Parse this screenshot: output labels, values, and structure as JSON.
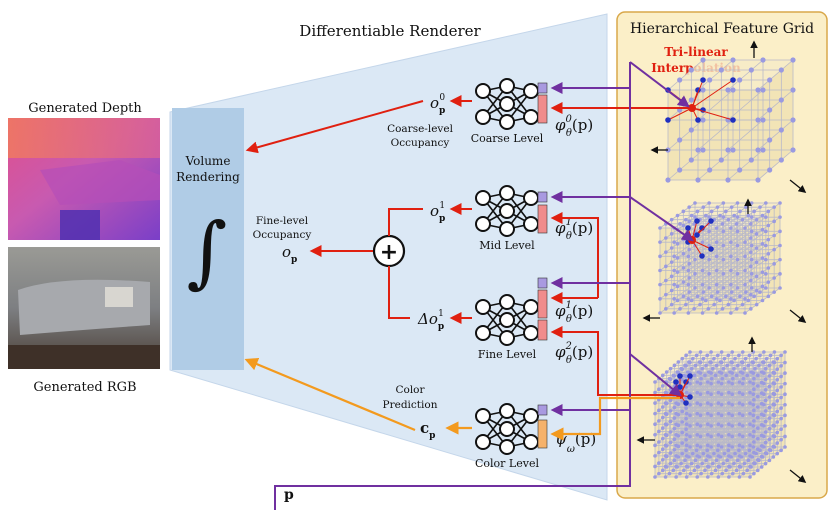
{
  "left": {
    "depth_title": "Generated Depth",
    "rgb_title": "Generated RGB"
  },
  "renderer": {
    "title": "Differentiable Renderer",
    "volume_rendering": [
      "Volume",
      "Rendering"
    ],
    "integral": "∫",
    "fine_occupancy_label": [
      "Fine-level",
      "Occupancy"
    ],
    "o_p": "o",
    "o_p_sub": "p",
    "plus": "+",
    "coarse_out": {
      "base": "o",
      "sub": "p",
      "sup": "0"
    },
    "coarse_label": [
      "Coarse-level",
      "Occupancy"
    ],
    "mid_out": {
      "base": "o",
      "sub": "p",
      "sup": "1"
    },
    "fine_out": {
      "base": "Δo",
      "sub": "p",
      "sup": "1"
    },
    "color_label": [
      "Color",
      "Prediction"
    ],
    "color_out": {
      "base": "c",
      "sub": "p"
    },
    "levels": [
      "Coarse Level",
      "Mid Level",
      "Fine Level",
      "Color Level"
    ],
    "features": [
      {
        "base": "φ",
        "sup": "0",
        "sub": "θ",
        "arg": "(p)"
      },
      {
        "base": "φ",
        "sup": "1",
        "sub": "θ",
        "arg": "(p)"
      },
      {
        "base": "φ",
        "sup": "1",
        "sub": "θ",
        "arg": "(p)"
      },
      {
        "base": "φ",
        "sup": "2",
        "sub": "θ",
        "arg": "(p)"
      },
      {
        "base": "ψ",
        "sup": "",
        "sub": "ω",
        "arg": "(p)"
      }
    ],
    "point_label": "p"
  },
  "grid": {
    "title": "Hierarchical Feature Grid",
    "interp": [
      "Tri-linear",
      "Interpolation"
    ]
  },
  "colors": {
    "panel_fill": "#dbe8f5",
    "volume_box": "#b0cce6",
    "grid_panel": "#fbefc8",
    "grid_border": "#d9a84a",
    "red_arrow": "#e02010",
    "purple_arrow": "#7030a0",
    "orange_arrow": "#f39a1e",
    "purple_box": "#a99ae0",
    "pink_box": "#f08c8c",
    "orange_box": "#f5b26b",
    "interp_text": "#e02010"
  }
}
